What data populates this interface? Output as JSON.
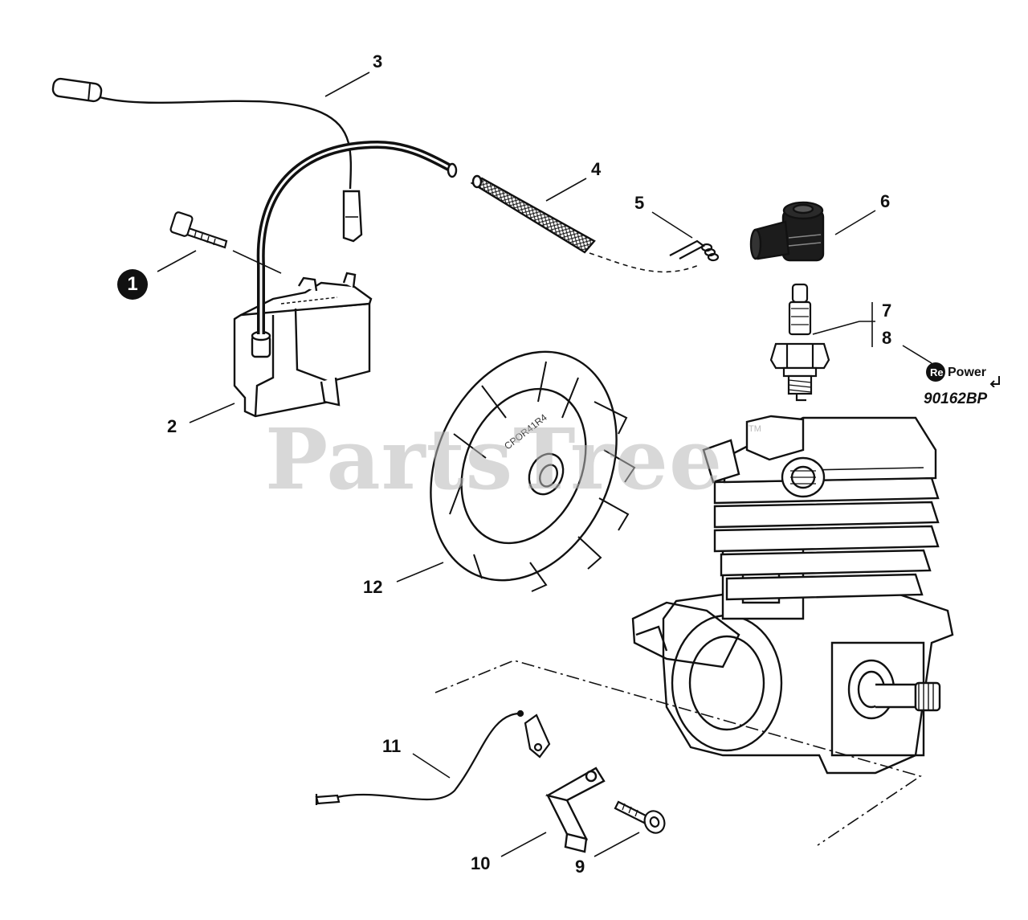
{
  "watermark": {
    "text": "PartsTree",
    "trademark": "TM"
  },
  "badge": {
    "number": "1"
  },
  "callouts": {
    "c2": "2",
    "c3": "3",
    "c4": "4",
    "c5": "5",
    "c6": "6",
    "c7": "7",
    "c8": "8",
    "c9": "9",
    "c10": "10",
    "c11": "11",
    "c12": "12"
  },
  "repower": {
    "logo_text": "RePower",
    "part_code": "90162BP"
  },
  "flywheel": {
    "marking": "CPOR41R4"
  },
  "colors": {
    "line": "#111111",
    "watermark": "#b9b9b9"
  }
}
